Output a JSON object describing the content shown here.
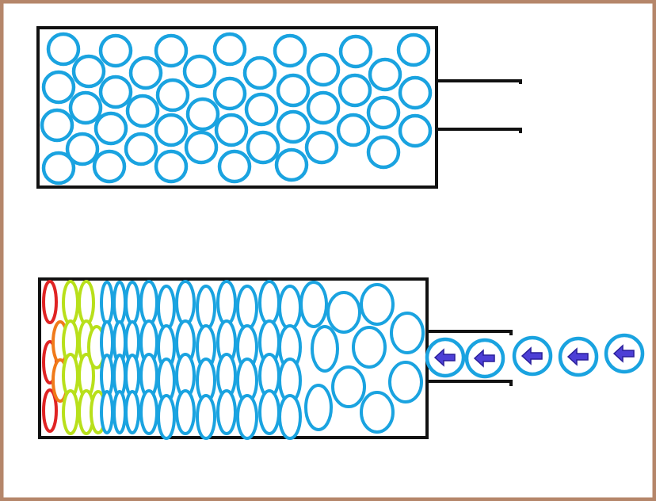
{
  "colors": {
    "frame_border": "#b5866a",
    "container_stroke": "#111111",
    "ball_stroke": "#1aa3e0",
    "ball_fill": "#ffffff",
    "compressed_red": "#e02424",
    "compressed_orange": "#f07a1a",
    "compressed_lime": "#b8e01a",
    "arrow_fill": "#4d3fd6"
  },
  "panels": [
    {
      "name": "relaxed-container",
      "state": "uncompressed",
      "particle_count": 44
    },
    {
      "name": "compressed-container",
      "state": "compressed",
      "incoming_particles": 5,
      "arrow_direction": "left"
    }
  ],
  "icons": {
    "incoming_arrow": "left-arrow-icon"
  }
}
